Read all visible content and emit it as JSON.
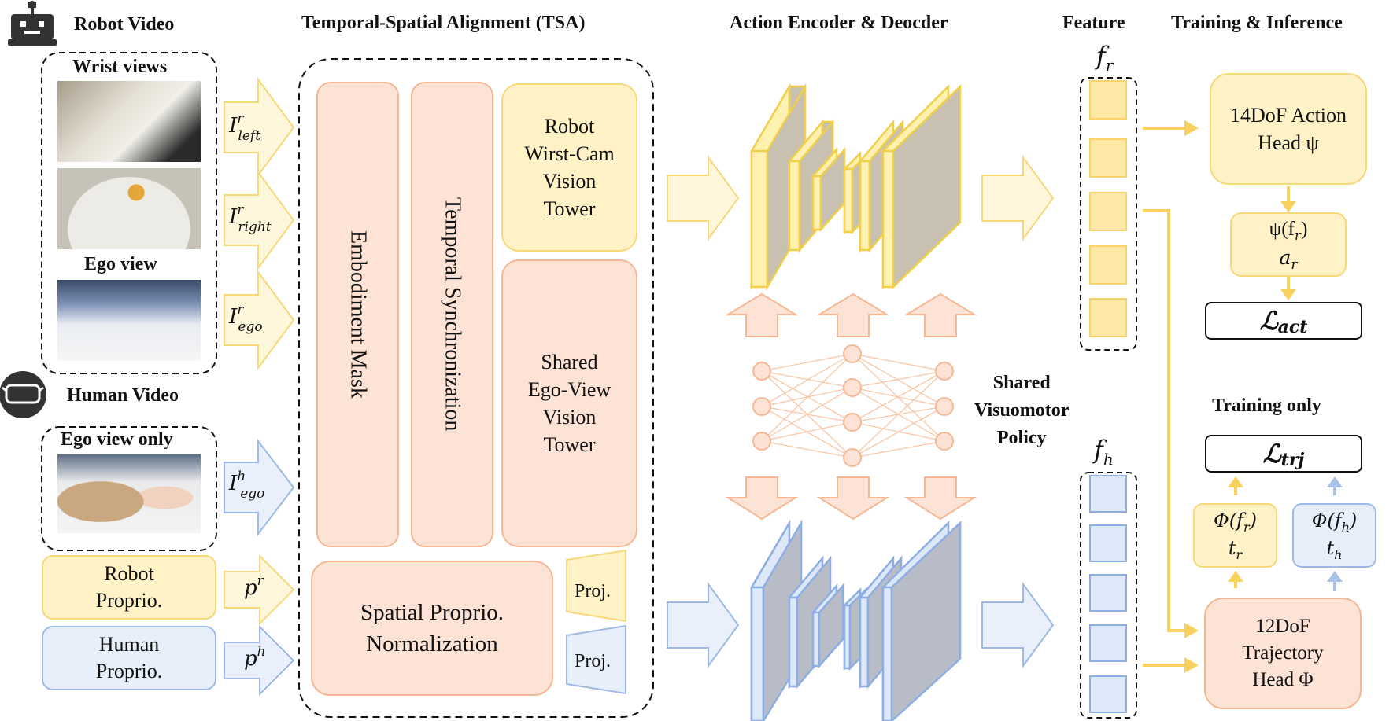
{
  "colors": {
    "robot_yellow": "#fff2c7",
    "robot_yellow_border": "#f7d97a",
    "peach": "#fde3d6",
    "peach_border": "#f5b895",
    "human_blue": "#e7effb",
    "human_blue_border": "#9fb9e6",
    "arrow_yellow": "#f8d15c",
    "arrow_blue": "#a9c2ea"
  },
  "icons": {
    "robot": "robot-icon",
    "human": "vr-headset-icon"
  },
  "headers": {
    "robot_video": "Robot Video",
    "tsa": "Temporal-Spatial Alignment (TSA)",
    "encoder": "Action Encoder & Deocder",
    "feature": "Feature",
    "training": "Training & Inference",
    "human_video": "Human Video"
  },
  "left": {
    "wrist_views": "Wrist views",
    "ego_view": "Ego view",
    "ego_view_only": "Ego view only",
    "robot_proprio_1": "Robot",
    "robot_proprio_2": "Proprio.",
    "human_proprio_1": "Human",
    "human_proprio_2": "Proprio."
  },
  "inputs": {
    "i_left_base": "I",
    "i_left_sup": "r",
    "i_left_sub": "left",
    "i_right_base": "I",
    "i_right_sup": "r",
    "i_right_sub": "right",
    "i_ego_base": "I",
    "i_ego_sup": "r",
    "i_ego_sub": "ego",
    "ih_ego_base": "I",
    "ih_ego_sup": "h",
    "ih_ego_sub": "ego",
    "pr_base": "p",
    "pr_sup": "r",
    "ph_base": "p",
    "ph_sup": "h"
  },
  "tsa": {
    "embodiment_mask": "Embodiment Mask",
    "temporal_sync": "Temporal Synchronization",
    "robot_tower": [
      "Robot",
      "Wirst-Cam",
      "Vision",
      "Tower"
    ],
    "shared_tower": [
      "Shared",
      "Ego-View",
      "Vision",
      "Tower"
    ],
    "spatial_norm_1": "Spatial Proprio.",
    "spatial_norm_2": "Normalization",
    "proj": "Proj."
  },
  "policy": [
    "Shared",
    "Visuomotor",
    "Policy"
  ],
  "features": {
    "fr_base": "f",
    "fr_sub": "r",
    "fh_base": "f",
    "fh_sub": "h"
  },
  "heads": {
    "action_1": "14DoF Action",
    "action_2": "Head ψ",
    "psi_fr": "ψ(f",
    "psi_fr_sub": "r",
    "psi_fr_close": ")",
    "a_r": "a",
    "a_r_sub": "r",
    "loss_act_base": "ℒ",
    "loss_act_sub": "act",
    "training_only": "Training only",
    "loss_trj_base": "ℒ",
    "loss_trj_sub": "trj",
    "phi_fr": "Φ(f",
    "phi_fr_sub": "r",
    "phi_close": ")",
    "t_r": "t",
    "t_r_sub": "r",
    "phi_fh": "Φ(f",
    "phi_fh_sub": "h",
    "t_h": "t",
    "t_h_sub": "h",
    "traj_1": "12DoF",
    "traj_2": "Trajectory",
    "traj_3": "Head Φ"
  }
}
